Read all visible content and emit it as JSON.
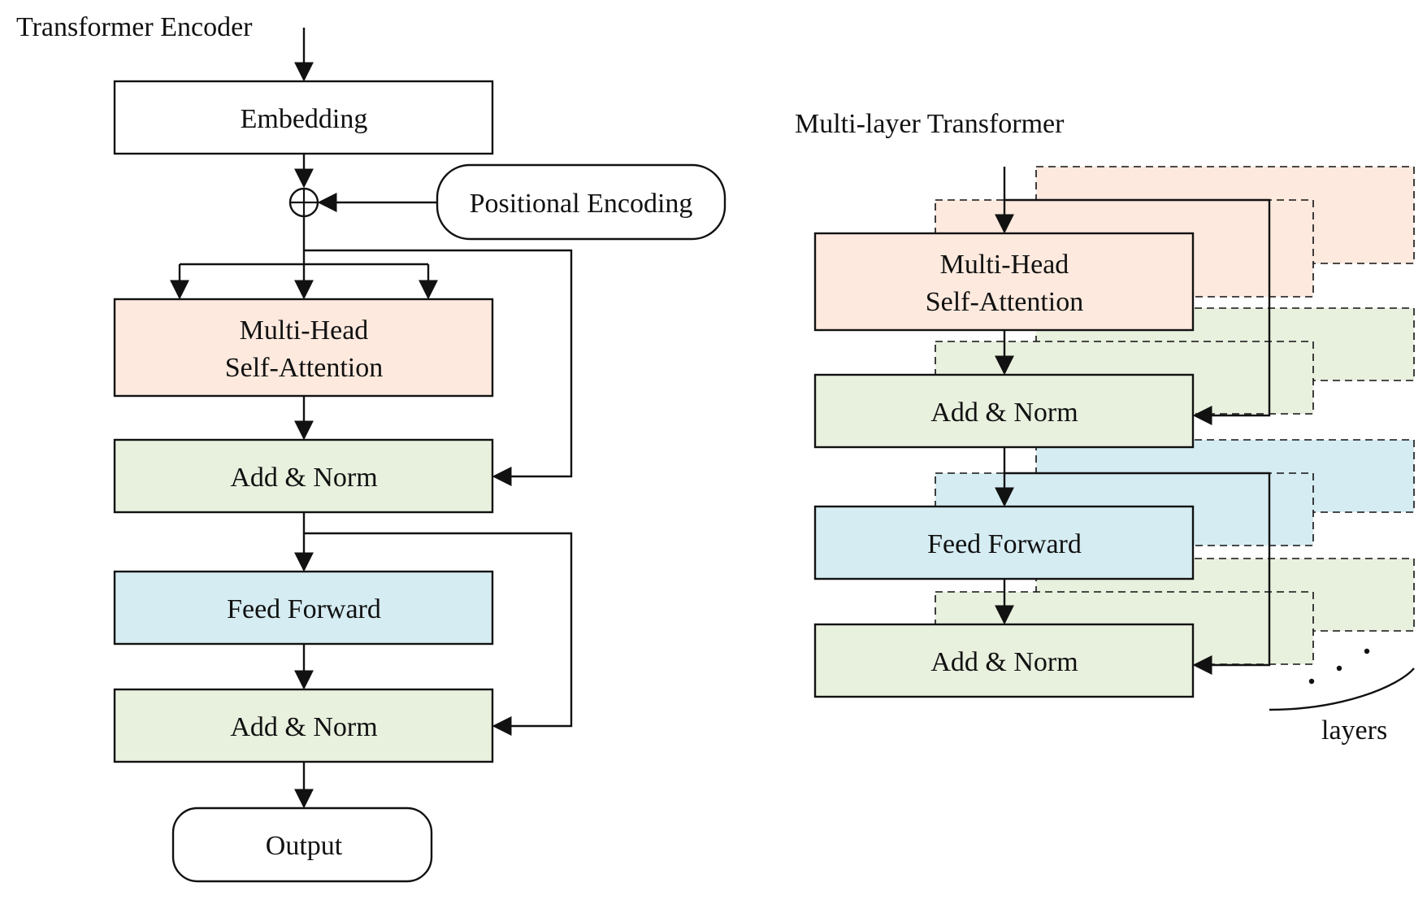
{
  "colors": {
    "attention": "#fde9dd",
    "add_norm": "#e8f0de",
    "feed_forward": "#d5ecf2",
    "plain": "#ffffff",
    "stroke": "#111111"
  },
  "left": {
    "title": "Transformer Encoder",
    "embedding": "Embedding",
    "positional_encoding": "Positional Encoding",
    "attention_line1": "Multi-Head",
    "attention_line2": "Self-Attention",
    "add_norm_1": "Add & Norm",
    "feed_forward": "Feed Forward",
    "add_norm_2": "Add & Norm",
    "output": "Output",
    "plus_symbol": "plus-circle-icon"
  },
  "right": {
    "title": "Multi-layer Transformer",
    "attention_line1": "Multi-Head",
    "attention_line2": "Self-Attention",
    "add_norm_1": "Add & Norm",
    "feed_forward": "Feed Forward",
    "add_norm_2": "Add & Norm",
    "layers_label": "layers",
    "ellipsis_icon": "ellipsis-dots-icon"
  }
}
